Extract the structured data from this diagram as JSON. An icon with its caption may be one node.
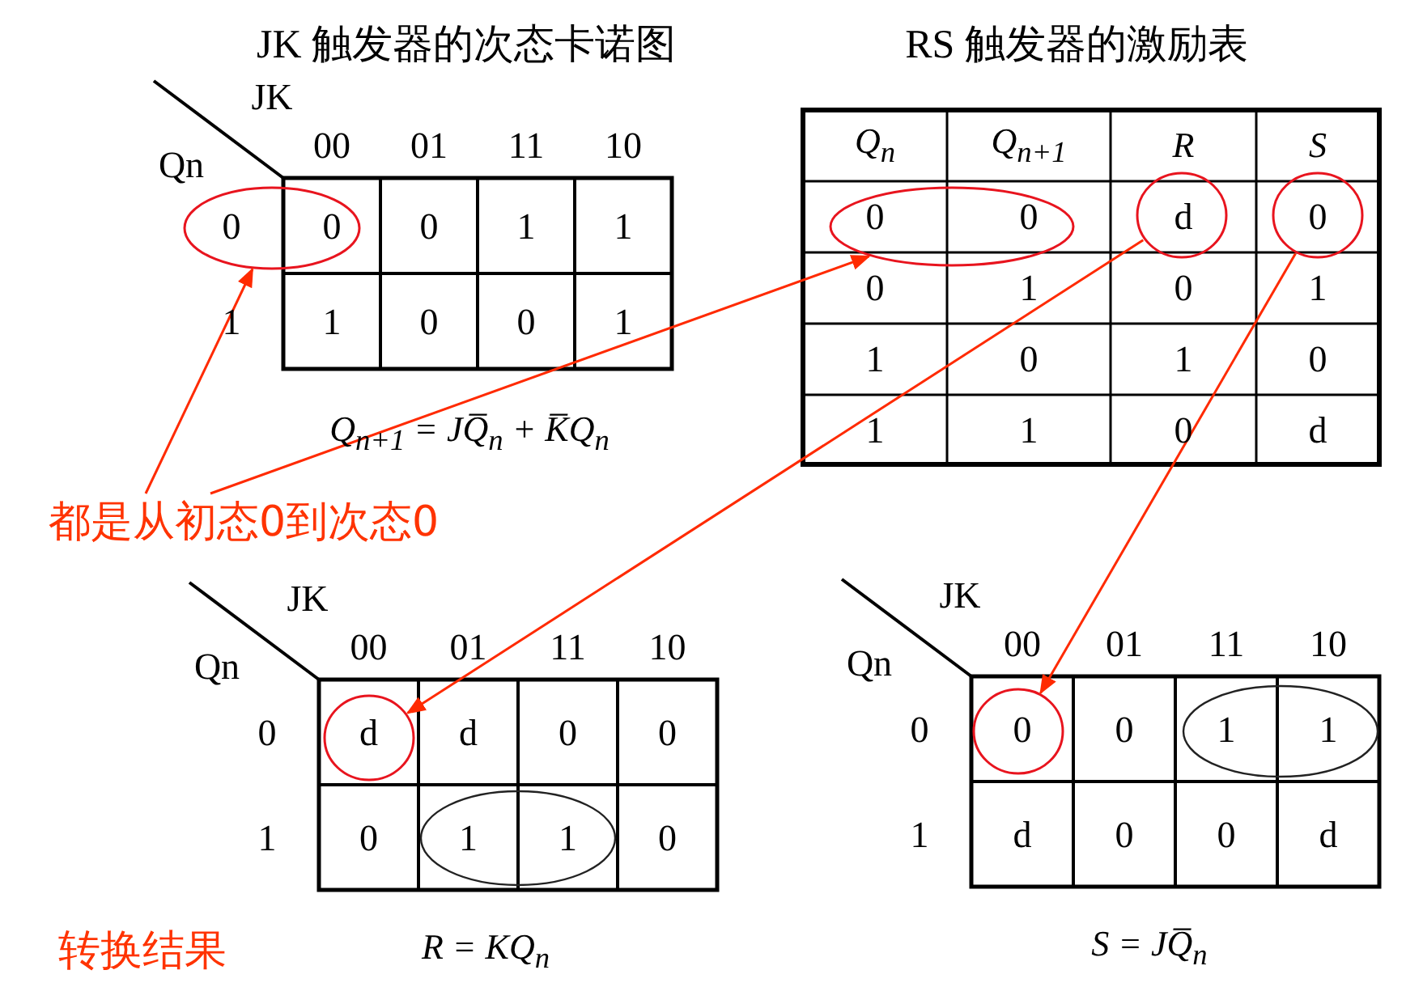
{
  "diagram": {
    "nodes": [
      {
        "text": [
          "都是从初态0到次态0"
        ]
      },
      {
        "text": [],
        "shape": "ellipse"
      },
      {
        "text": [],
        "shape": "ellipse"
      },
      {
        "text": [],
        "shape": "circle"
      },
      {
        "text": [],
        "shape": "circle"
      },
      {
        "text": [],
        "shape": "circle"
      },
      {
        "text": [],
        "shape": "circle"
      }
    ],
    "edges": [
      {
        "from": 0,
        "to": 1,
        "arrow": "to"
      },
      {
        "from": 0,
        "to": 2,
        "arrow": "to"
      },
      {
        "from": 3,
        "to": 5,
        "arrow": "to"
      },
      {
        "from": 4,
        "to": 6,
        "arrow": "to"
      }
    ],
    "labels": [
      "JK 触发器的次态卡诺图",
      "RS 触发器的激励表",
      "JK",
      "Qn",
      "00",
      "01",
      "11",
      "10",
      "0",
      "1",
      "0",
      "0",
      "1",
      "1",
      "1",
      "0",
      "0",
      "1",
      "Q$_{n+1}$ = JQ̅$_{n}$ + K̅Q$_{n}$",
      "Q$_{n}$",
      "Q$_{n+1}$",
      "R",
      "S",
      "0",
      "0",
      "d",
      "0",
      "0",
      "1",
      "0",
      "1",
      "1",
      "0",
      "1",
      "0",
      "1",
      "1",
      "0",
      "d",
      "JK",
      "Qn",
      "00",
      "01",
      "11",
      "10",
      "0",
      "1",
      "d",
      "d",
      "0",
      "0",
      "0",
      "1",
      "1",
      "0",
      "转换结果",
      "R = KQ$_{n}$",
      "JK",
      "Qn",
      "00",
      "01",
      "11",
      "10",
      "0",
      "1",
      "0",
      "0",
      "1",
      "1",
      "d",
      "0",
      "0",
      "d",
      "S = JQ̅$_{n}$"
    ]
  }
}
